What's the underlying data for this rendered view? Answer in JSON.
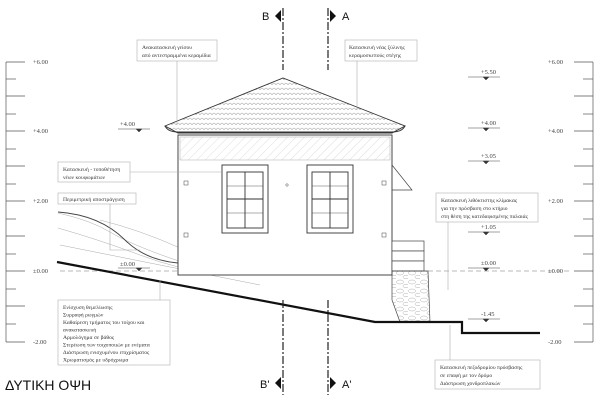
{
  "title": "ΔΥΤΙΚΗ ΟΨΗ",
  "section_marks": {
    "b_top": "B",
    "a_top": "A",
    "b_bottom": "B'",
    "a_bottom": "A'"
  },
  "scale_left": [
    "+6.00",
    "+4.00",
    "+2.00",
    "±0.00",
    "-2.00"
  ],
  "scale_right": [
    "+6.00",
    "+4.00",
    "+2.00",
    "±0.00",
    "-2.00"
  ],
  "levels": {
    "l400_left": "+4.00",
    "l000_left": "±0.00",
    "l550": "+5.50",
    "l400_right": "+4.00",
    "l305": "+3.05",
    "l105": "+1.05",
    "l000_right": "±0.00",
    "lm145": "-1.45"
  },
  "notes": {
    "eaves": [
      "Ανακατασκευή γείσου",
      "από αντεστραμμένα κεραμίδια"
    ],
    "roof": [
      "Κατασκευή νέας ξύλινης",
      "κεραμοσκεπούς στέγης"
    ],
    "frames": [
      "Κατασκευή - τοποθέτηση",
      "νέων κουφωμάτων"
    ],
    "drainage": [
      "Περιμετρική αποστράγγιση"
    ],
    "stair": [
      "Κατασκευή λιθόκτιστης κλίμακας",
      "για την πρόσβαση στο κτήριο",
      "στη θέση της κατεδαφισμένης παλαιάς"
    ],
    "walls": [
      "Ενίσχυση θεμελίωσης",
      "Συρραφή ρωγμών",
      "Καθαίρεση τμήματος του τοίχου και",
      "ανακατασκευή",
      "Αρμολόγημα σε βάθος",
      "Στερέωση των τοιχοποιιών με ενέματα",
      "Διάστρωση ενισχυμένου επιχρίσματος",
      "Χρωματισμός με υδρόχρωμα"
    ],
    "retaining": [
      "Κατασκευή πεζοδρομίου πρόσβασης",
      "σε επαφή με τον δρόμο",
      "Διάστρωση χονδροπλακών"
    ]
  }
}
